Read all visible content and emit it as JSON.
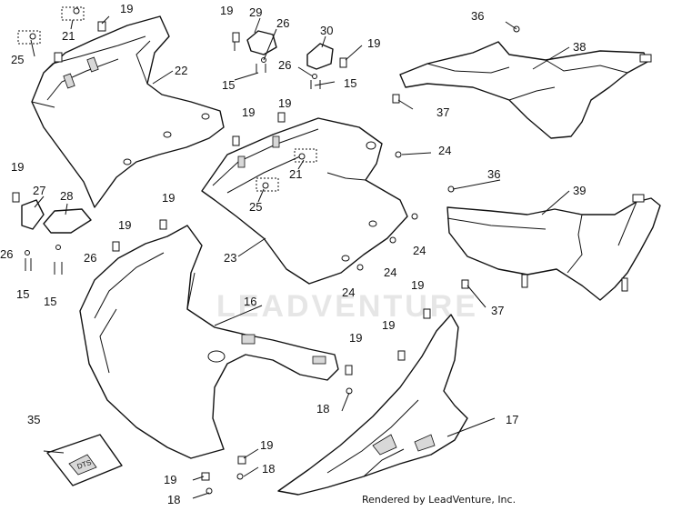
{
  "watermark": "LEADVENTURE",
  "footer_credit": "Rendered by LeadVenture, Inc.",
  "decal_text": "DTS",
  "callouts": [
    {
      "label": "19"
    },
    {
      "label": "21"
    },
    {
      "label": "25"
    },
    {
      "label": "22"
    },
    {
      "label": "19"
    },
    {
      "label": "29"
    },
    {
      "label": "26"
    },
    {
      "label": "15"
    },
    {
      "label": "30"
    },
    {
      "label": "19"
    },
    {
      "label": "26"
    },
    {
      "label": "15"
    },
    {
      "label": "36"
    },
    {
      "label": "38"
    },
    {
      "label": "37"
    },
    {
      "label": "19"
    },
    {
      "label": "19"
    },
    {
      "label": "21"
    },
    {
      "label": "25"
    },
    {
      "label": "24"
    },
    {
      "label": "23"
    },
    {
      "label": "24"
    },
    {
      "label": "24"
    },
    {
      "label": "24"
    },
    {
      "label": "36"
    },
    {
      "label": "39"
    },
    {
      "label": "37"
    },
    {
      "label": "19"
    },
    {
      "label": "27"
    },
    {
      "label": "28"
    },
    {
      "label": "19"
    },
    {
      "label": "26"
    },
    {
      "label": "26"
    },
    {
      "label": "15"
    },
    {
      "label": "15"
    },
    {
      "label": "19"
    },
    {
      "label": "16"
    },
    {
      "label": "19"
    },
    {
      "label": "19"
    },
    {
      "label": "19"
    },
    {
      "label": "18"
    },
    {
      "label": "17"
    },
    {
      "label": "35"
    },
    {
      "label": "19"
    },
    {
      "label": "19"
    },
    {
      "label": "18"
    },
    {
      "label": "18"
    }
  ]
}
